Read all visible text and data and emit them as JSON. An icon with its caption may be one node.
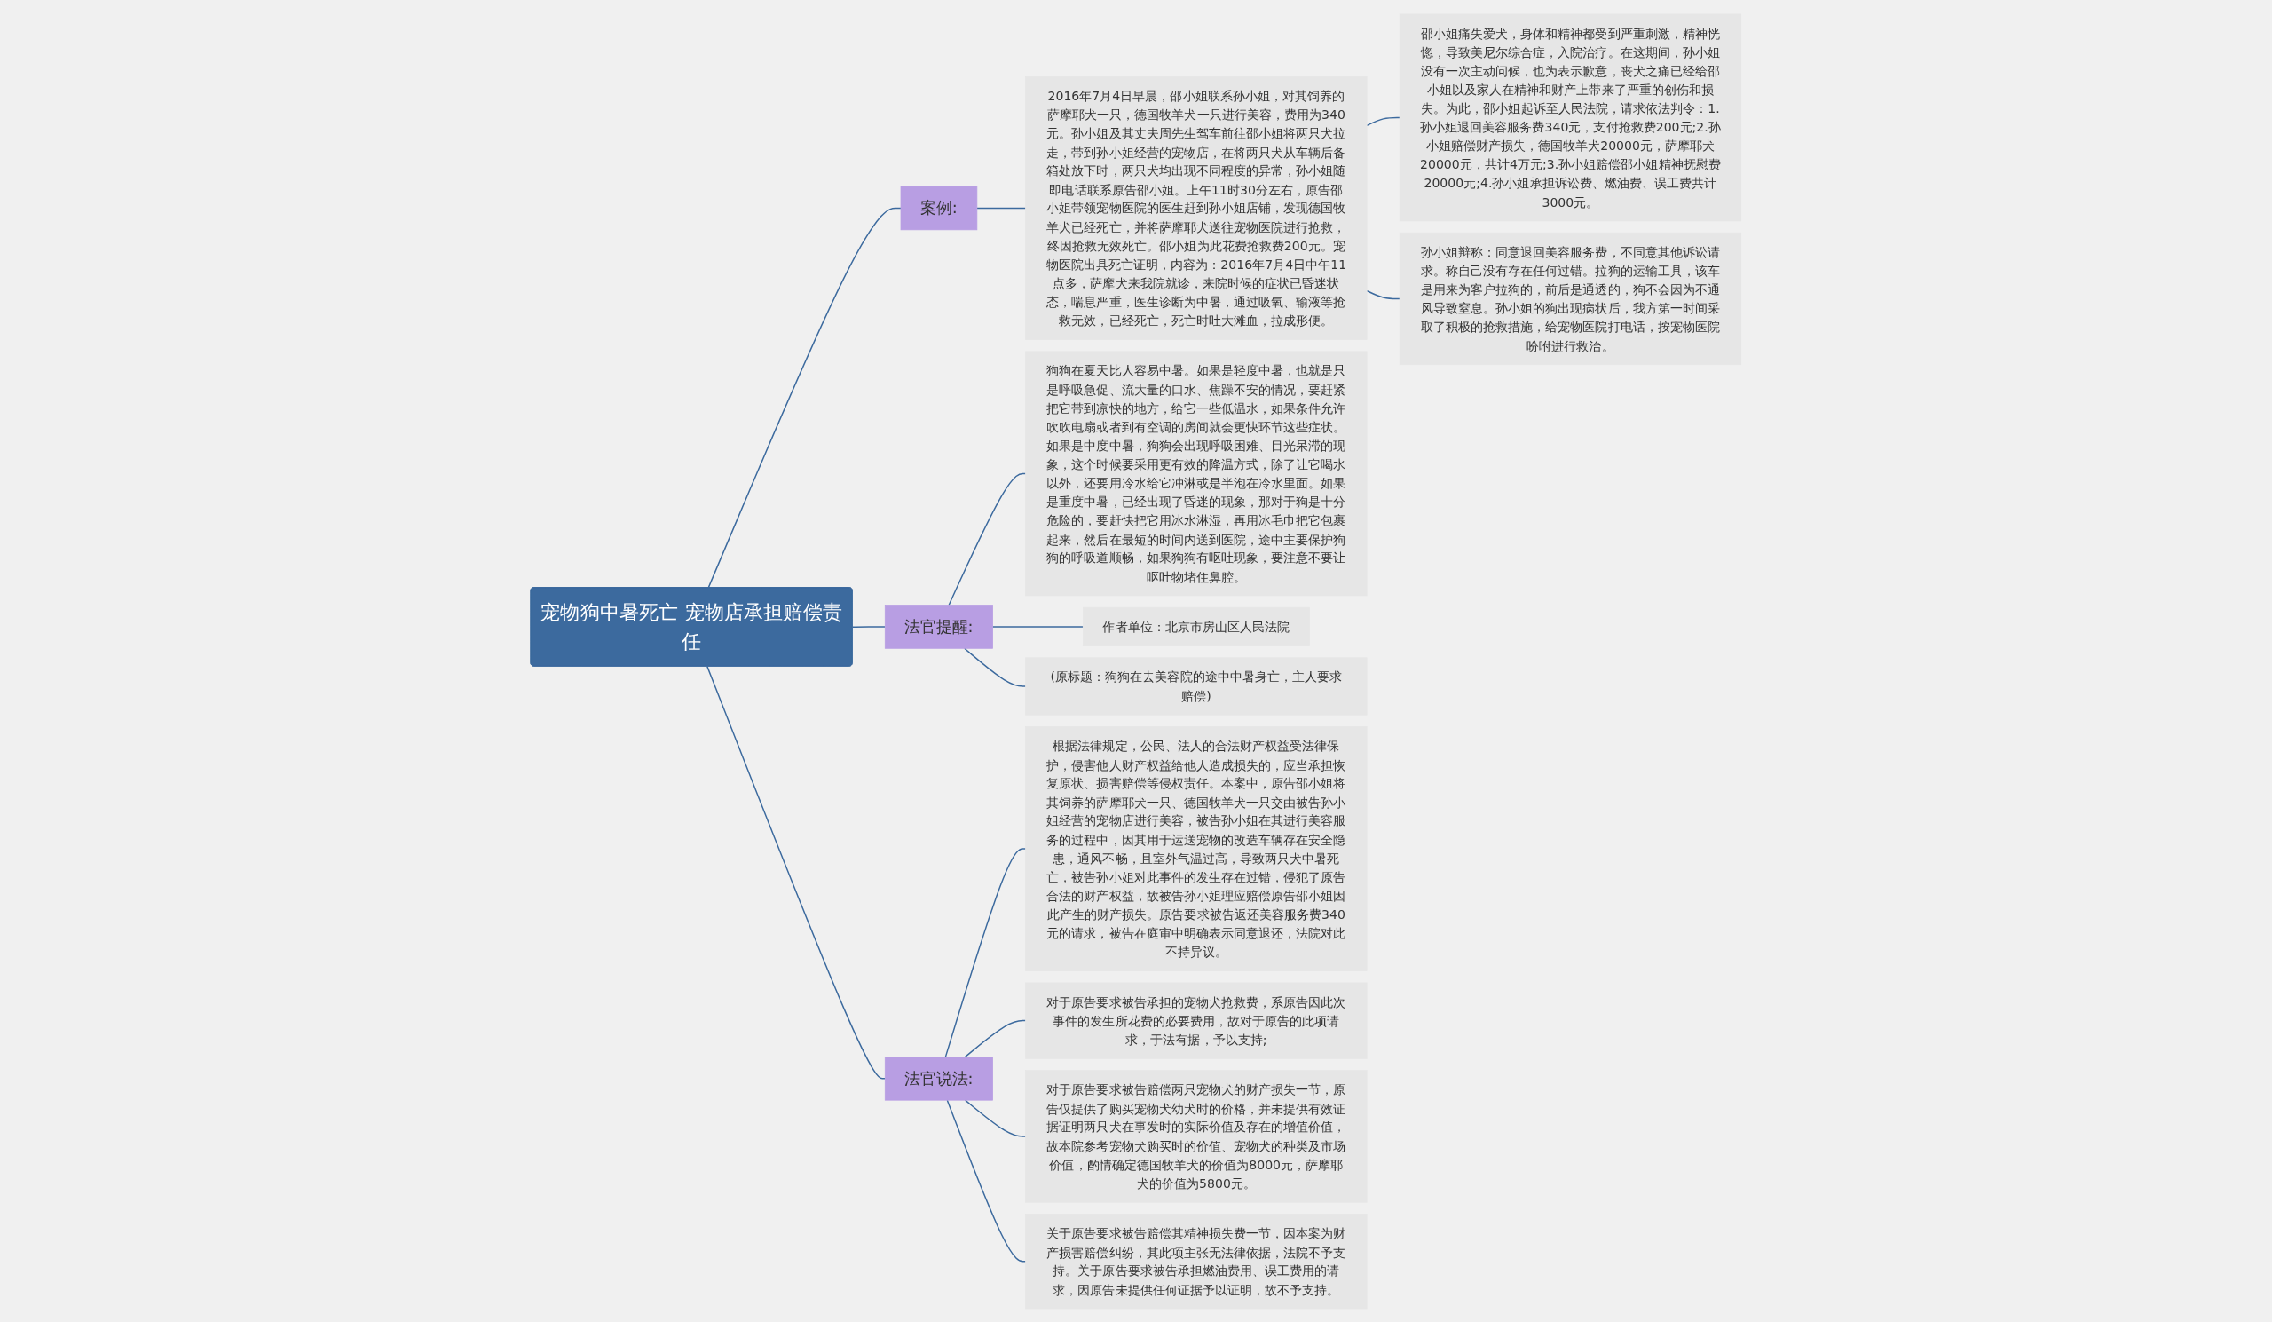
{
  "diagram": {
    "nodes": [
      {
        "text": [
          "宠物狗中暑死亡 宠物店承担赔偿责任"
        ]
      },
      {
        "text": [
          "案例:"
        ]
      },
      {
        "text": [
          "2016年7月4日早晨，邵小姐联系孙小姐，对其饲养的萨摩耶犬一只，德国牧羊犬一只进行美容，费用为340元。孙小姐及其丈夫周先生驾车前往邵小姐将两只犬拉走，带到孙小姐经营的宠物店，在将两只犬从车辆后备箱处放下时，两只犬均出现不同程度的异常，孙小姐随即电话联系原告邵小姐。上午11时30分左右，原告邵小姐带领宠物医院的医生赶到孙小姐店铺，发现德国牧羊犬已经死亡，并将萨摩耶犬送往宠物医院进行抢救，终因抢救无效死亡。邵小姐为此花费抢救费200元。宠物医院出具死亡证明，内容为：2016年7月4日中午11点多，萨摩犬来我院就诊，来院时候的症状已昏迷状态，喘息严重，医生诊断为中暑，通过吸氧、输液等抢救无效，已经死亡，死亡时吐大滩血，拉成形便。"
        ]
      },
      {
        "text": [
          "邵小姐痛失爱犬，身体和精神都受到严重刺激，精神恍惚，导致美尼尔综合症，入院治疗。在这期间，孙小姐没有一次主动问候，也为表示歉意，丧犬之痛已经给邵小姐以及家人在精神和财产上带来了严重的创伤和损失。为此，邵小姐起诉至人民法院，请求依法判令：1.孙小姐退回美容服务费340元，支付抢救费200元;2.孙小姐赔偿财产损失，德国牧羊犬20000元，萨摩耶犬20000元，共计4万元;3.孙小姐赔偿邵小姐精神抚慰费20000元;4.孙小姐承担诉讼费、燃油费、误工费共计3000元。"
        ]
      },
      {
        "text": [
          "孙小姐辩称：同意退回美容服务费，不同意其他诉讼请求。称自己没有存在任何过错。拉狗的运输工具，该车是用来为客户拉狗的，前后是通透的，狗不会因为不通风导致窒息。孙小姐的狗出现病状后，我方第一时间采取了积极的抢救措施，给宠物医院打电话，按宠物医院吩咐进行救治。"
        ]
      },
      {
        "text": [
          "法官提醒:"
        ]
      },
      {
        "text": [
          "狗狗在夏天比人容易中暑。如果是轻度中暑，也就是只是呼吸急促、流大量的口水、焦躁不安的情况，要赶紧把它带到凉快的地方，给它一些低温水，如果条件允许吹吹电扇或者到有空调的房间就会更快环节这些症状。如果是中度中暑，狗狗会出现呼吸困难、目光呆滞的现象，这个时候要采用更有效的降温方式，除了让它喝水以外，还要用冷水给它冲淋或是半泡在冷水里面。如果是重度中暑，已经出现了昏迷的现象，那对于狗是十分危险的，要赶快把它用冰水淋湿，再用冰毛巾把它包裹起来，然后在最短的时间内送到医院，途中主要保护狗狗的呼吸道顺畅，如果狗狗有呕吐现象，要注意不要让呕吐物堵住鼻腔。"
        ]
      },
      {
        "text": [
          "作者单位：北京市房山区人民法院"
        ]
      },
      {
        "text": [
          "(原标题：狗狗在去美容院的途中中暑身亡，主人要求赔偿)"
        ]
      },
      {
        "text": [
          "法官说法:"
        ]
      },
      {
        "text": [
          "根据法律规定，公民、法人的合法财产权益受法律保护，侵害他人财产权益给他人造成损失的，应当承担恢复原状、损害赔偿等侵权责任。本案中，原告邵小姐将其饲养的萨摩耶犬一只、德国牧羊犬一只交由被告孙小姐经营的宠物店进行美容，被告孙小姐在其进行美容服务的过程中，因其用于运送宠物的改造车辆存在安全隐患，通风不畅，且室外气温过高，导致两只犬中暑死亡，被告孙小姐对此事件的发生存在过错，侵犯了原告合法的财产权益，故被告孙小姐理应赔偿原告邵小姐因此产生的财产损失。原告要求被告返还美容服务费340元的请求，被告在庭审中明确表示同意退还，法院对此不持异议。"
        ]
      },
      {
        "text": [
          "对于原告要求被告承担的宠物犬抢救费，系原告因此次事件的发生所花费的必要费用，故对于原告的此项请求，于法有据，予以支持;"
        ]
      },
      {
        "text": [
          "对于原告要求被告赔偿两只宠物犬的财产损失一节，原告仅提供了购买宠物犬幼犬时的价格，并未提供有效证据证明两只犬在事发时的实际价值及存在的增值价值，故本院参考宠物犬购买时的价值、宠物犬的种类及市场价值，酌情确定德国牧羊犬的价值为8000元，萨摩耶犬的价值为5800元。"
        ]
      },
      {
        "text": [
          "关于原告要求被告赔偿其精神损失费一节，因本案为财产损害赔偿纠纷，其此项主张无法律依据，法院不予支持。关于原告要求被告承担燃油费用、误工费用的请求，因原告未提供任何证据予以证明，故不予支持。"
        ]
      }
    ],
    "edges": [
      {
        "from": 0,
        "to": 1,
        "arrow": "none"
      },
      {
        "from": 1,
        "to": 2,
        "arrow": "none"
      },
      {
        "from": 2,
        "to": 3,
        "arrow": "none"
      },
      {
        "from": 2,
        "to": 4,
        "arrow": "none"
      },
      {
        "from": 0,
        "to": 5,
        "arrow": "none"
      },
      {
        "from": 5,
        "to": 6,
        "arrow": "none"
      },
      {
        "from": 5,
        "to": 7,
        "arrow": "none"
      },
      {
        "from": 5,
        "to": 8,
        "arrow": "none"
      },
      {
        "from": 0,
        "to": 9,
        "arrow": "none"
      },
      {
        "from": 9,
        "to": 10,
        "arrow": "none"
      },
      {
        "from": 9,
        "to": 11,
        "arrow": "none"
      },
      {
        "from": 9,
        "to": 12,
        "arrow": "none"
      },
      {
        "from": 9,
        "to": 13,
        "arrow": "none"
      }
    ]
  }
}
